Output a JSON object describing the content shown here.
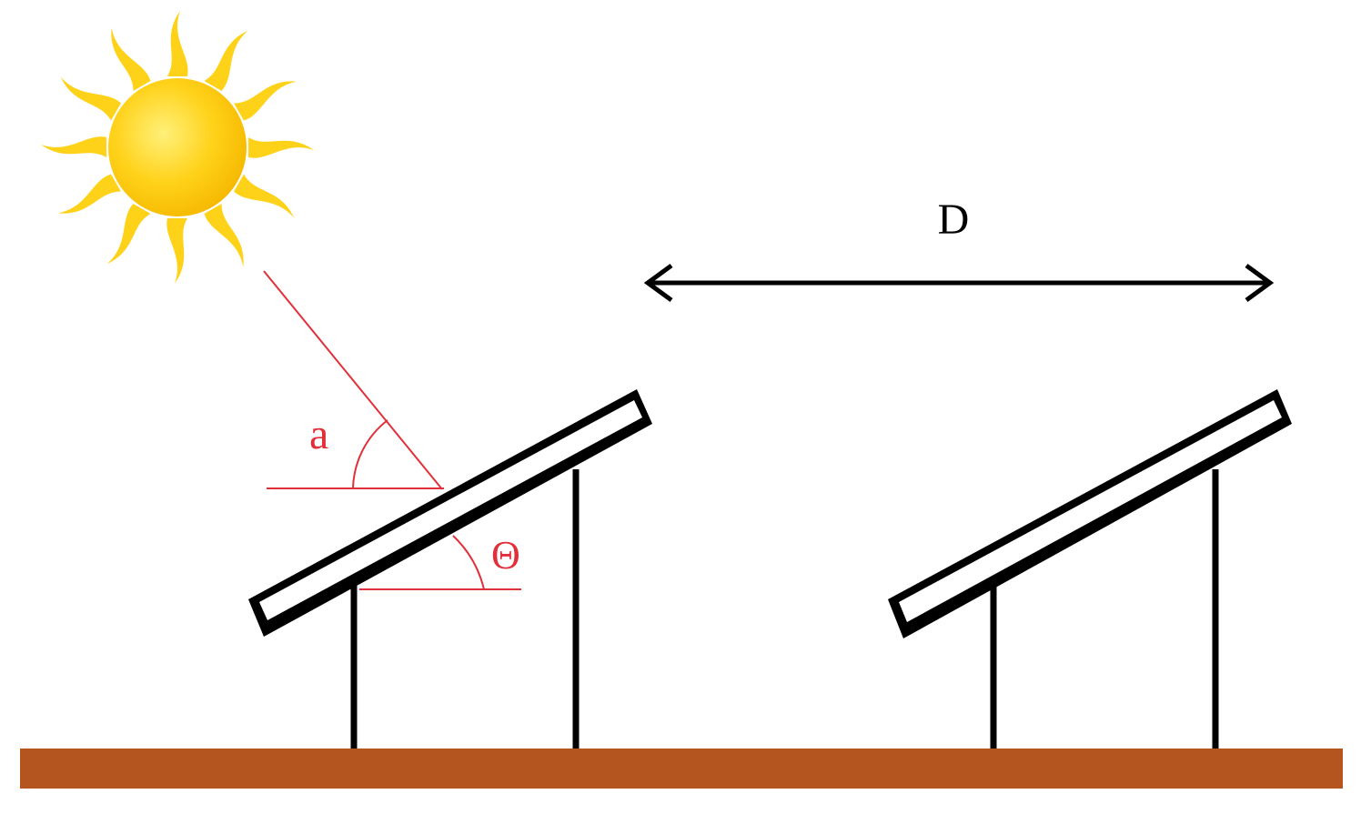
{
  "labels": {
    "distance": "D",
    "sun_angle": "a",
    "tilt_angle": "Θ"
  },
  "colors": {
    "sun_core": "#FFD21A",
    "sun_core_highlight": "#FFF07A",
    "sun_ray": "#FFD21A",
    "angle_lines": "#E0303A",
    "structure": "#000000",
    "ground": "#B4541E",
    "background": "#FFFFFF"
  },
  "icons": {
    "sun": "sun-icon",
    "arrow": "double-arrow-icon"
  }
}
